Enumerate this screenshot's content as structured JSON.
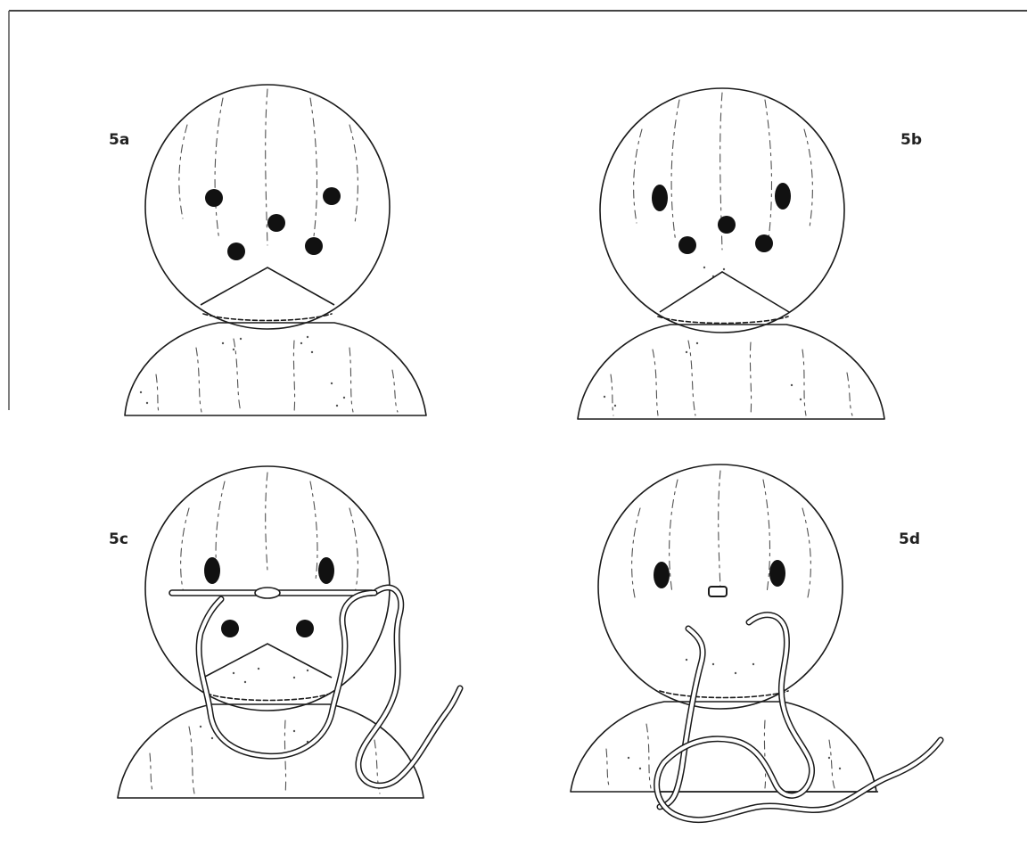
{
  "panels": [
    {
      "id": "5a",
      "label": "5a"
    },
    {
      "id": "5b",
      "label": "5b"
    },
    {
      "id": "5c",
      "label": "5c"
    },
    {
      "id": "5d",
      "label": "5d"
    }
  ],
  "colors": {
    "ink": "#1a1a1a",
    "paper": "#ffffff"
  }
}
